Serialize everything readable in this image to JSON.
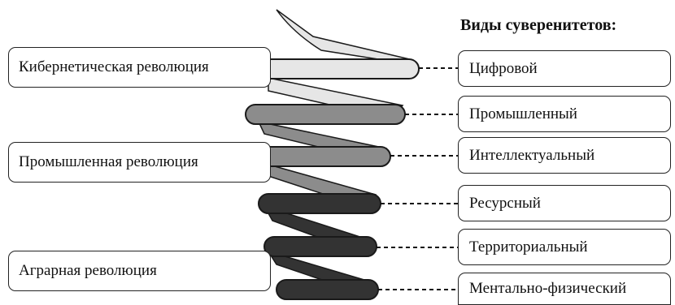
{
  "heading": "Виды суверенитетов:",
  "revolutions": [
    {
      "label": "Кибернетическая революция"
    },
    {
      "label": "Промышленная революция"
    },
    {
      "label": "Аграрная революция"
    }
  ],
  "sovereignties": [
    {
      "label": "Цифровой"
    },
    {
      "label": "Промышленный"
    },
    {
      "label": "Интеллектуальный"
    },
    {
      "label": "Ресурсный"
    },
    {
      "label": "Территориальный"
    },
    {
      "label": "Ментально-физический"
    }
  ],
  "colors": {
    "light": "#e6e6e6",
    "medium": "#8c8c8c",
    "dark": "#333333",
    "outline": "#1a1a1a"
  }
}
